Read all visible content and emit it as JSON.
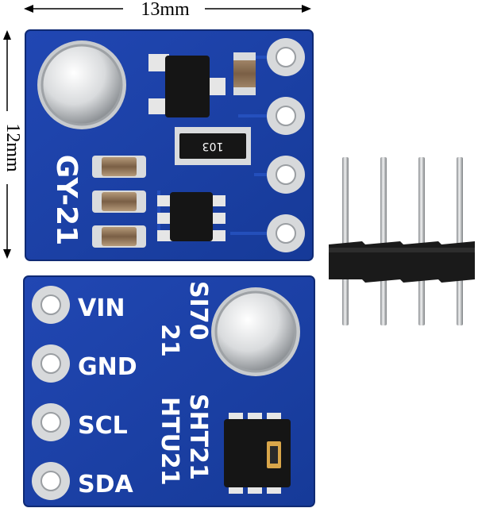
{
  "dimensions": {
    "width_label": "13mm",
    "height_label": "12mm"
  },
  "top_board": {
    "model_label": "GY-21",
    "resistor_marking": "103"
  },
  "bottom_board": {
    "pins": [
      "VIN",
      "GND",
      "SCL",
      "SDA"
    ],
    "chip_label_1": "SI70",
    "chip_label_2": "21",
    "chip_label_3": "SHT21",
    "chip_label_4": "HTU21"
  },
  "colors": {
    "pcb_blue": "#1b3fa8",
    "pcb_blue_dark": "#12307f",
    "pad_silver": "#d8dadc",
    "header_black": "#1a1a1a",
    "pin_metal": "#b8babd"
  }
}
